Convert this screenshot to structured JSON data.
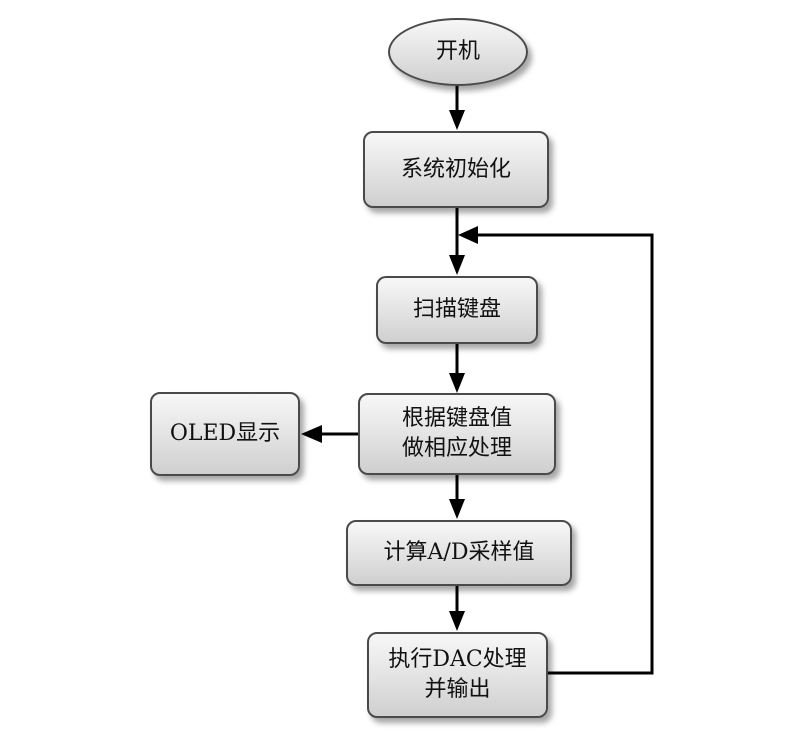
{
  "flowchart": {
    "start": {
      "label": "开机"
    },
    "init": {
      "label": "系统初始化"
    },
    "scan": {
      "label": "扫描键盘"
    },
    "process": {
      "line1": "根据键盘值",
      "line2": "做相应处理"
    },
    "oled": {
      "label": "OLED显示"
    },
    "ad": {
      "label": "计算A/D采样值"
    },
    "dac": {
      "line1": "执行DAC处理",
      "line2": "并输出"
    }
  },
  "colors": {
    "stroke": "#000000",
    "node_border": "#4a4a4a"
  }
}
